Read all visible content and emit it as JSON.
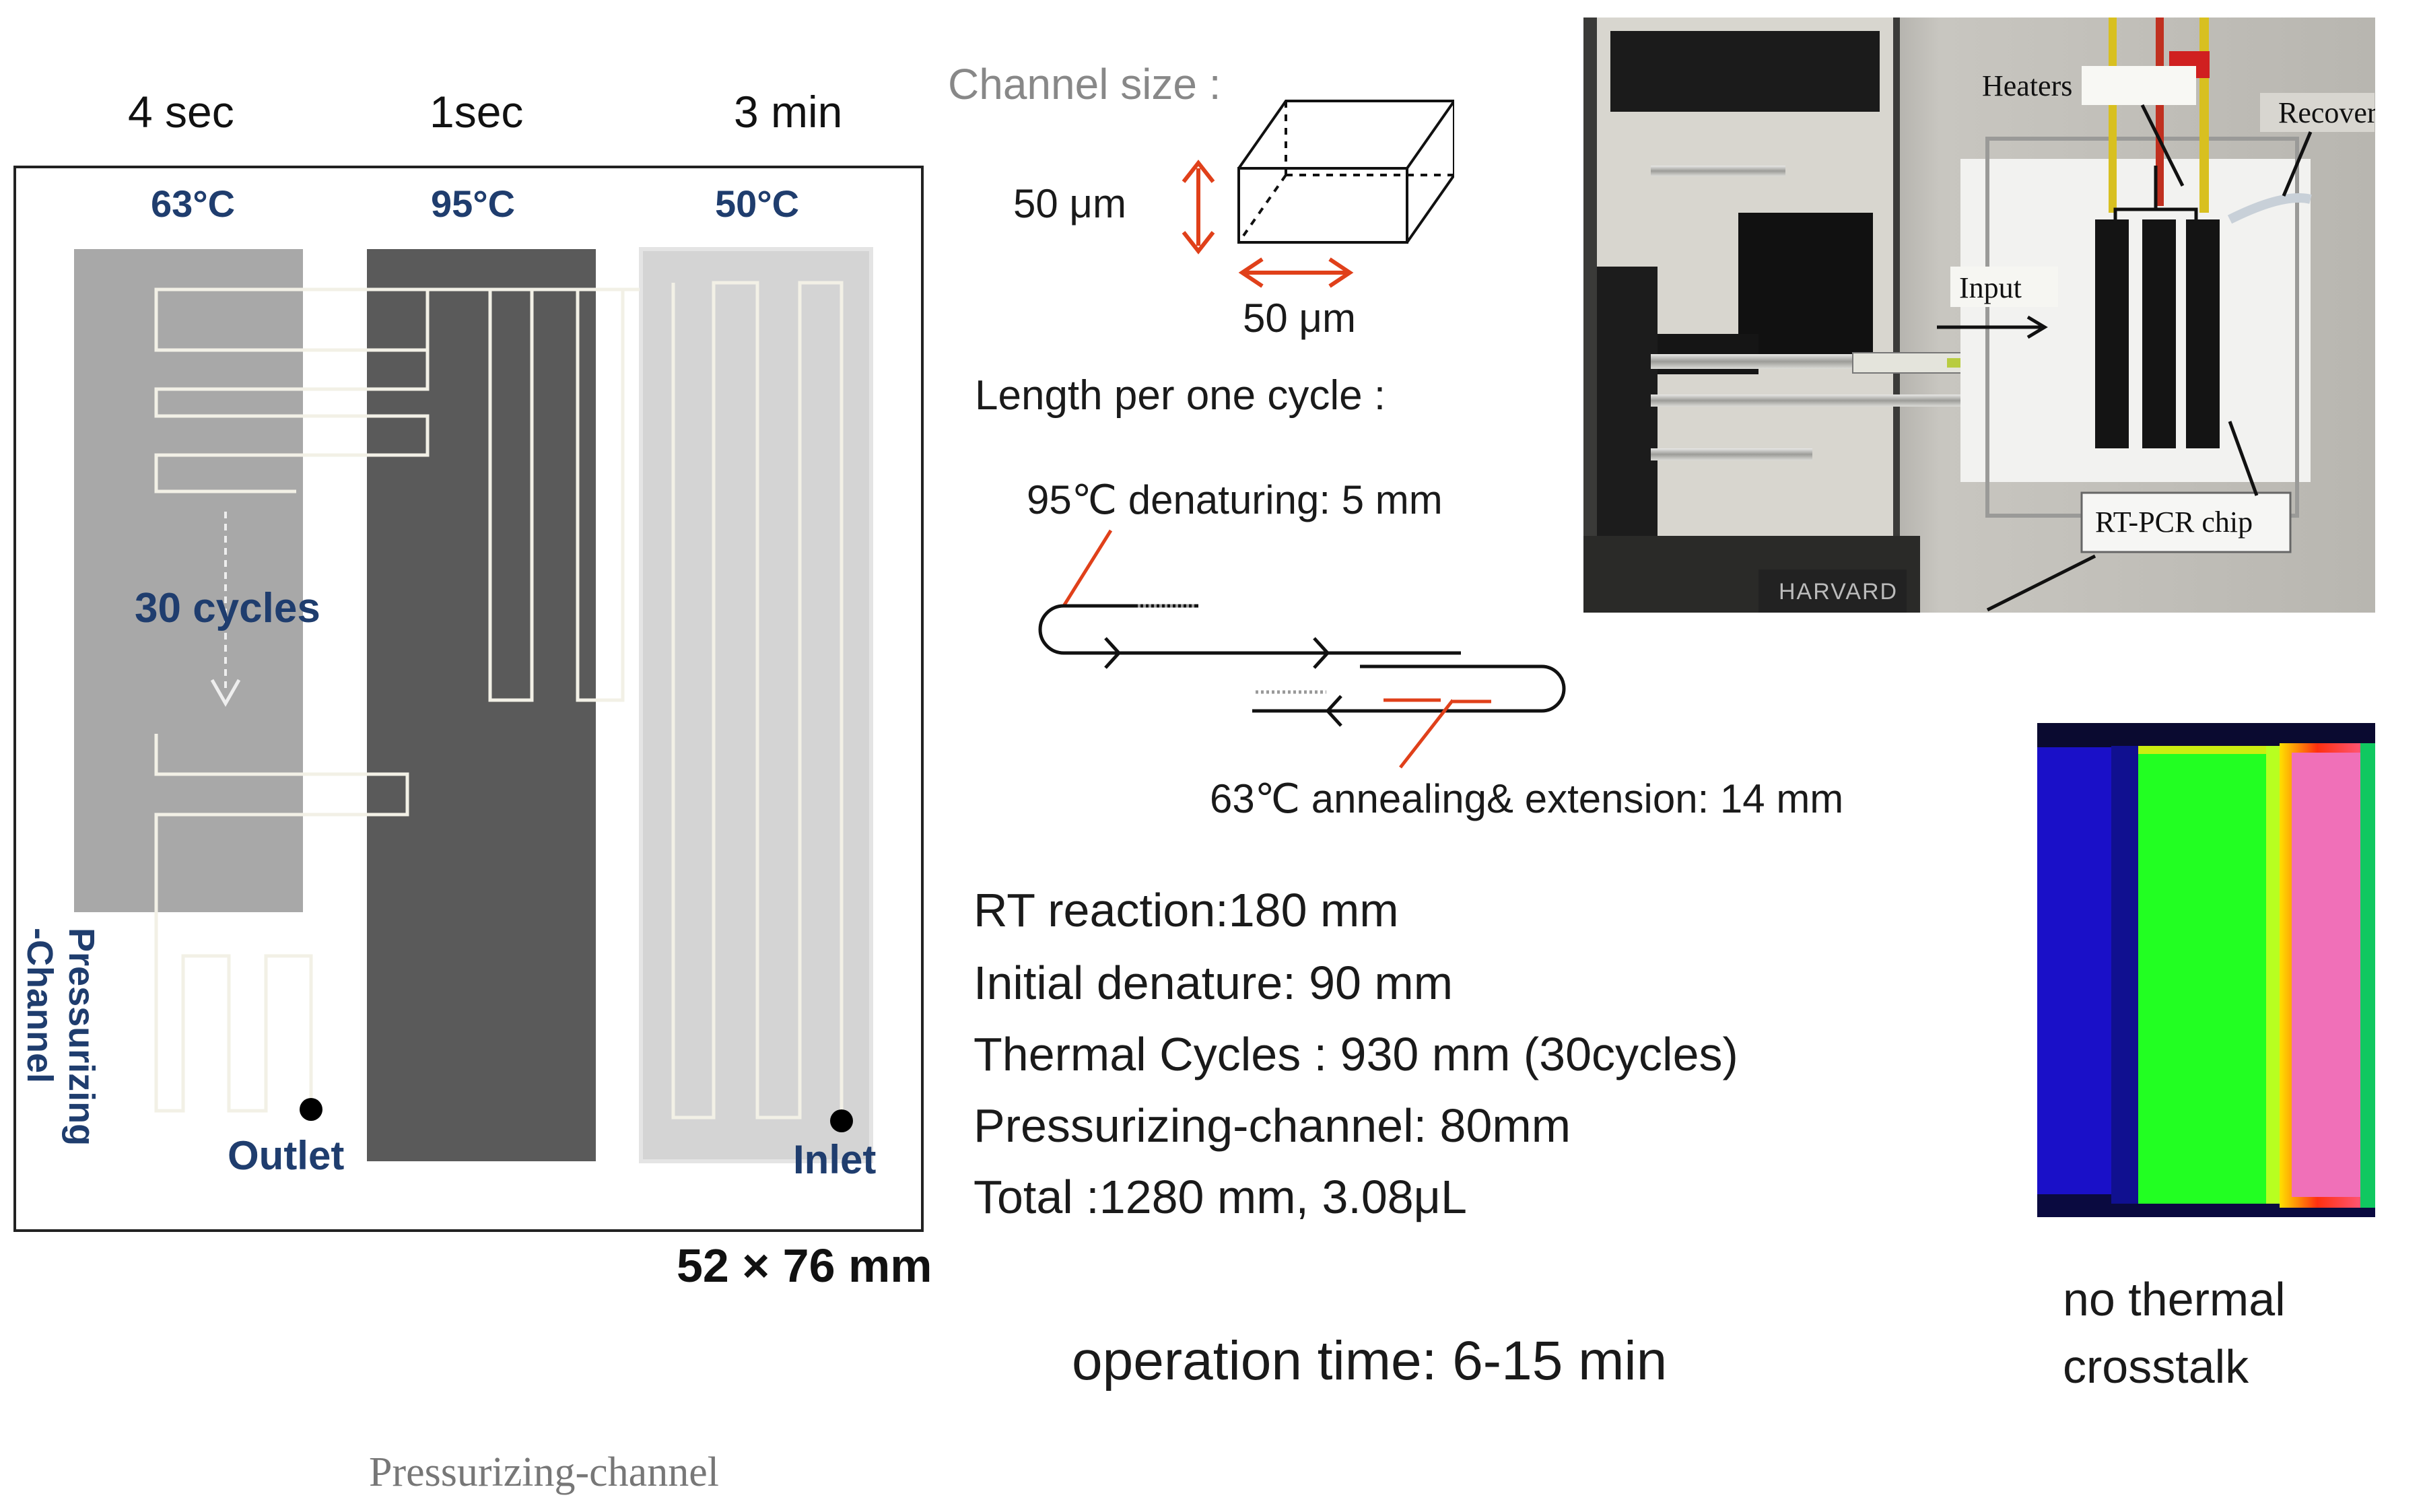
{
  "chip": {
    "times": [
      "4 sec",
      "1sec",
      "3 min"
    ],
    "temps": [
      "63°C",
      "95°C",
      "50°C"
    ],
    "cycles_label": "30 cycles",
    "pressurizing_label": "Pressurizing\n-Channel",
    "outlet_label": "Outlet",
    "inlet_label": "Inlet",
    "size_label": "52 × 76 mm",
    "caption": "Pressurizing-channel"
  },
  "channel": {
    "title": "Channel size :",
    "height": "50 μm",
    "width": "50 μm"
  },
  "length": {
    "title": "Length per one cycle :",
    "denature": "95℃ denaturing: 5 mm",
    "anneal": "63℃ annealing& extension: 14 mm"
  },
  "summary": [
    "RT reaction:180 mm",
    "Initial denature: 90 mm",
    "Thermal Cycles : 930 mm (30cycles)",
    "Pressurizing-channel: 80mm",
    "Total :1280 mm, 3.08μL"
  ],
  "operation": "operation time:  6-15 min",
  "photo": {
    "heaters": "Heaters",
    "recovery": "Recovery",
    "input": "Input",
    "chip": "RT-PCR chip",
    "brand": "HARVARD"
  },
  "thermal": {
    "caption_line1": "no thermal",
    "caption_line2": "crosstalk"
  },
  "colors": {
    "zone63": "#a8a8a8",
    "zone95": "#5a5a5a",
    "zone50": "#d4d4d4",
    "label_blue": "#1f3d6e",
    "arrow_red": "#e0401a"
  }
}
